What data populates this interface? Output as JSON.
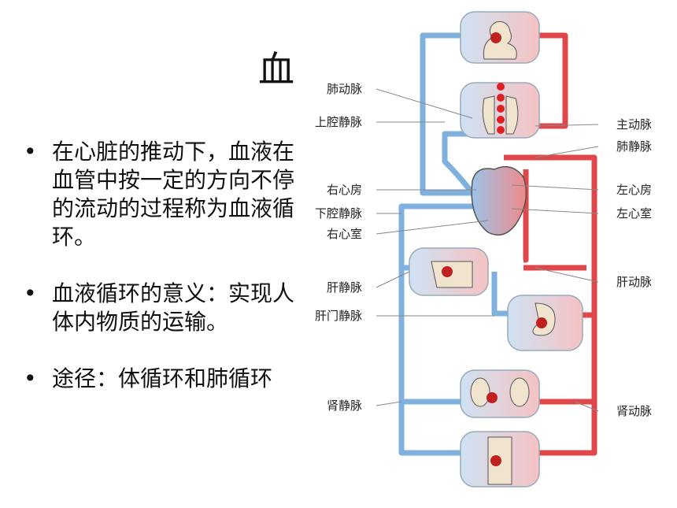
{
  "slide": {
    "title": "血",
    "bullets": [
      {
        "text": "在心脏的推动下，血液在血管中按一定的方向不停的流动的过程称为血液循环。"
      },
      {
        "text": "血液循环的意义：实现人体内物质的运输。"
      },
      {
        "text": "途径：体循环和肺循环"
      }
    ]
  },
  "diagram": {
    "labels_left": [
      "肺动脉",
      "上腔静脉",
      "右心房",
      "下腔静脉",
      "右心室",
      "肝静脉",
      "肝门静脉",
      "肾静脉"
    ],
    "labels_right": [
      "主动脉",
      "肺静脉",
      "左心房",
      "左心室",
      "肝动脉",
      "肾动脉"
    ]
  },
  "colors": {
    "venous": "#7fb0de",
    "arterial": "#e0474a",
    "organ_blue": "#cfe2f3",
    "organ_red": "#f5c2c2"
  }
}
